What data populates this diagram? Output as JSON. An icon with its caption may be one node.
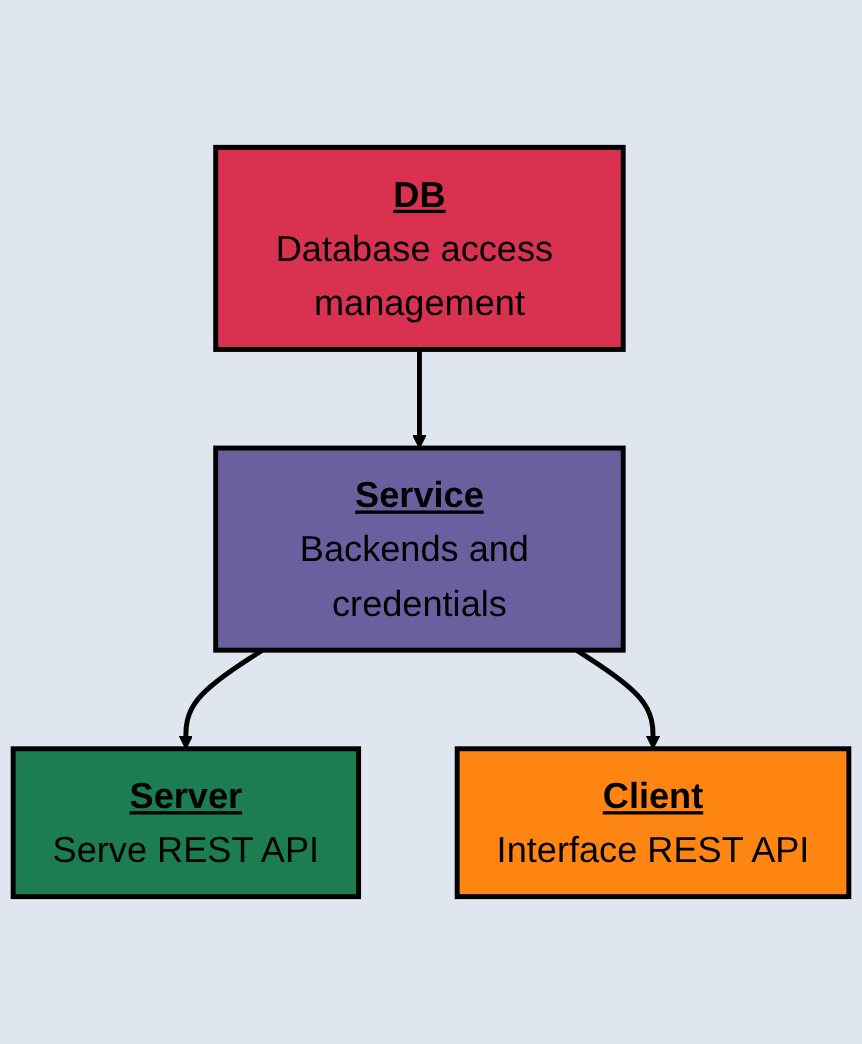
{
  "diagram": {
    "nodes": [
      {
        "text": [
          "DB",
          "Database access management"
        ]
      },
      {
        "text": [
          "Service",
          "Backends and credentials"
        ]
      },
      {
        "text": [
          "Server",
          "Serve REST API"
        ]
      },
      {
        "text": [
          "Client",
          "Interface REST API"
        ]
      }
    ],
    "edges": [
      {
        "from": 0,
        "to": 1,
        "arrow": "to"
      },
      {
        "from": 1,
        "to": 2,
        "arrow": "to"
      },
      {
        "from": 1,
        "to": 3,
        "arrow": "to"
      }
    ]
  }
}
